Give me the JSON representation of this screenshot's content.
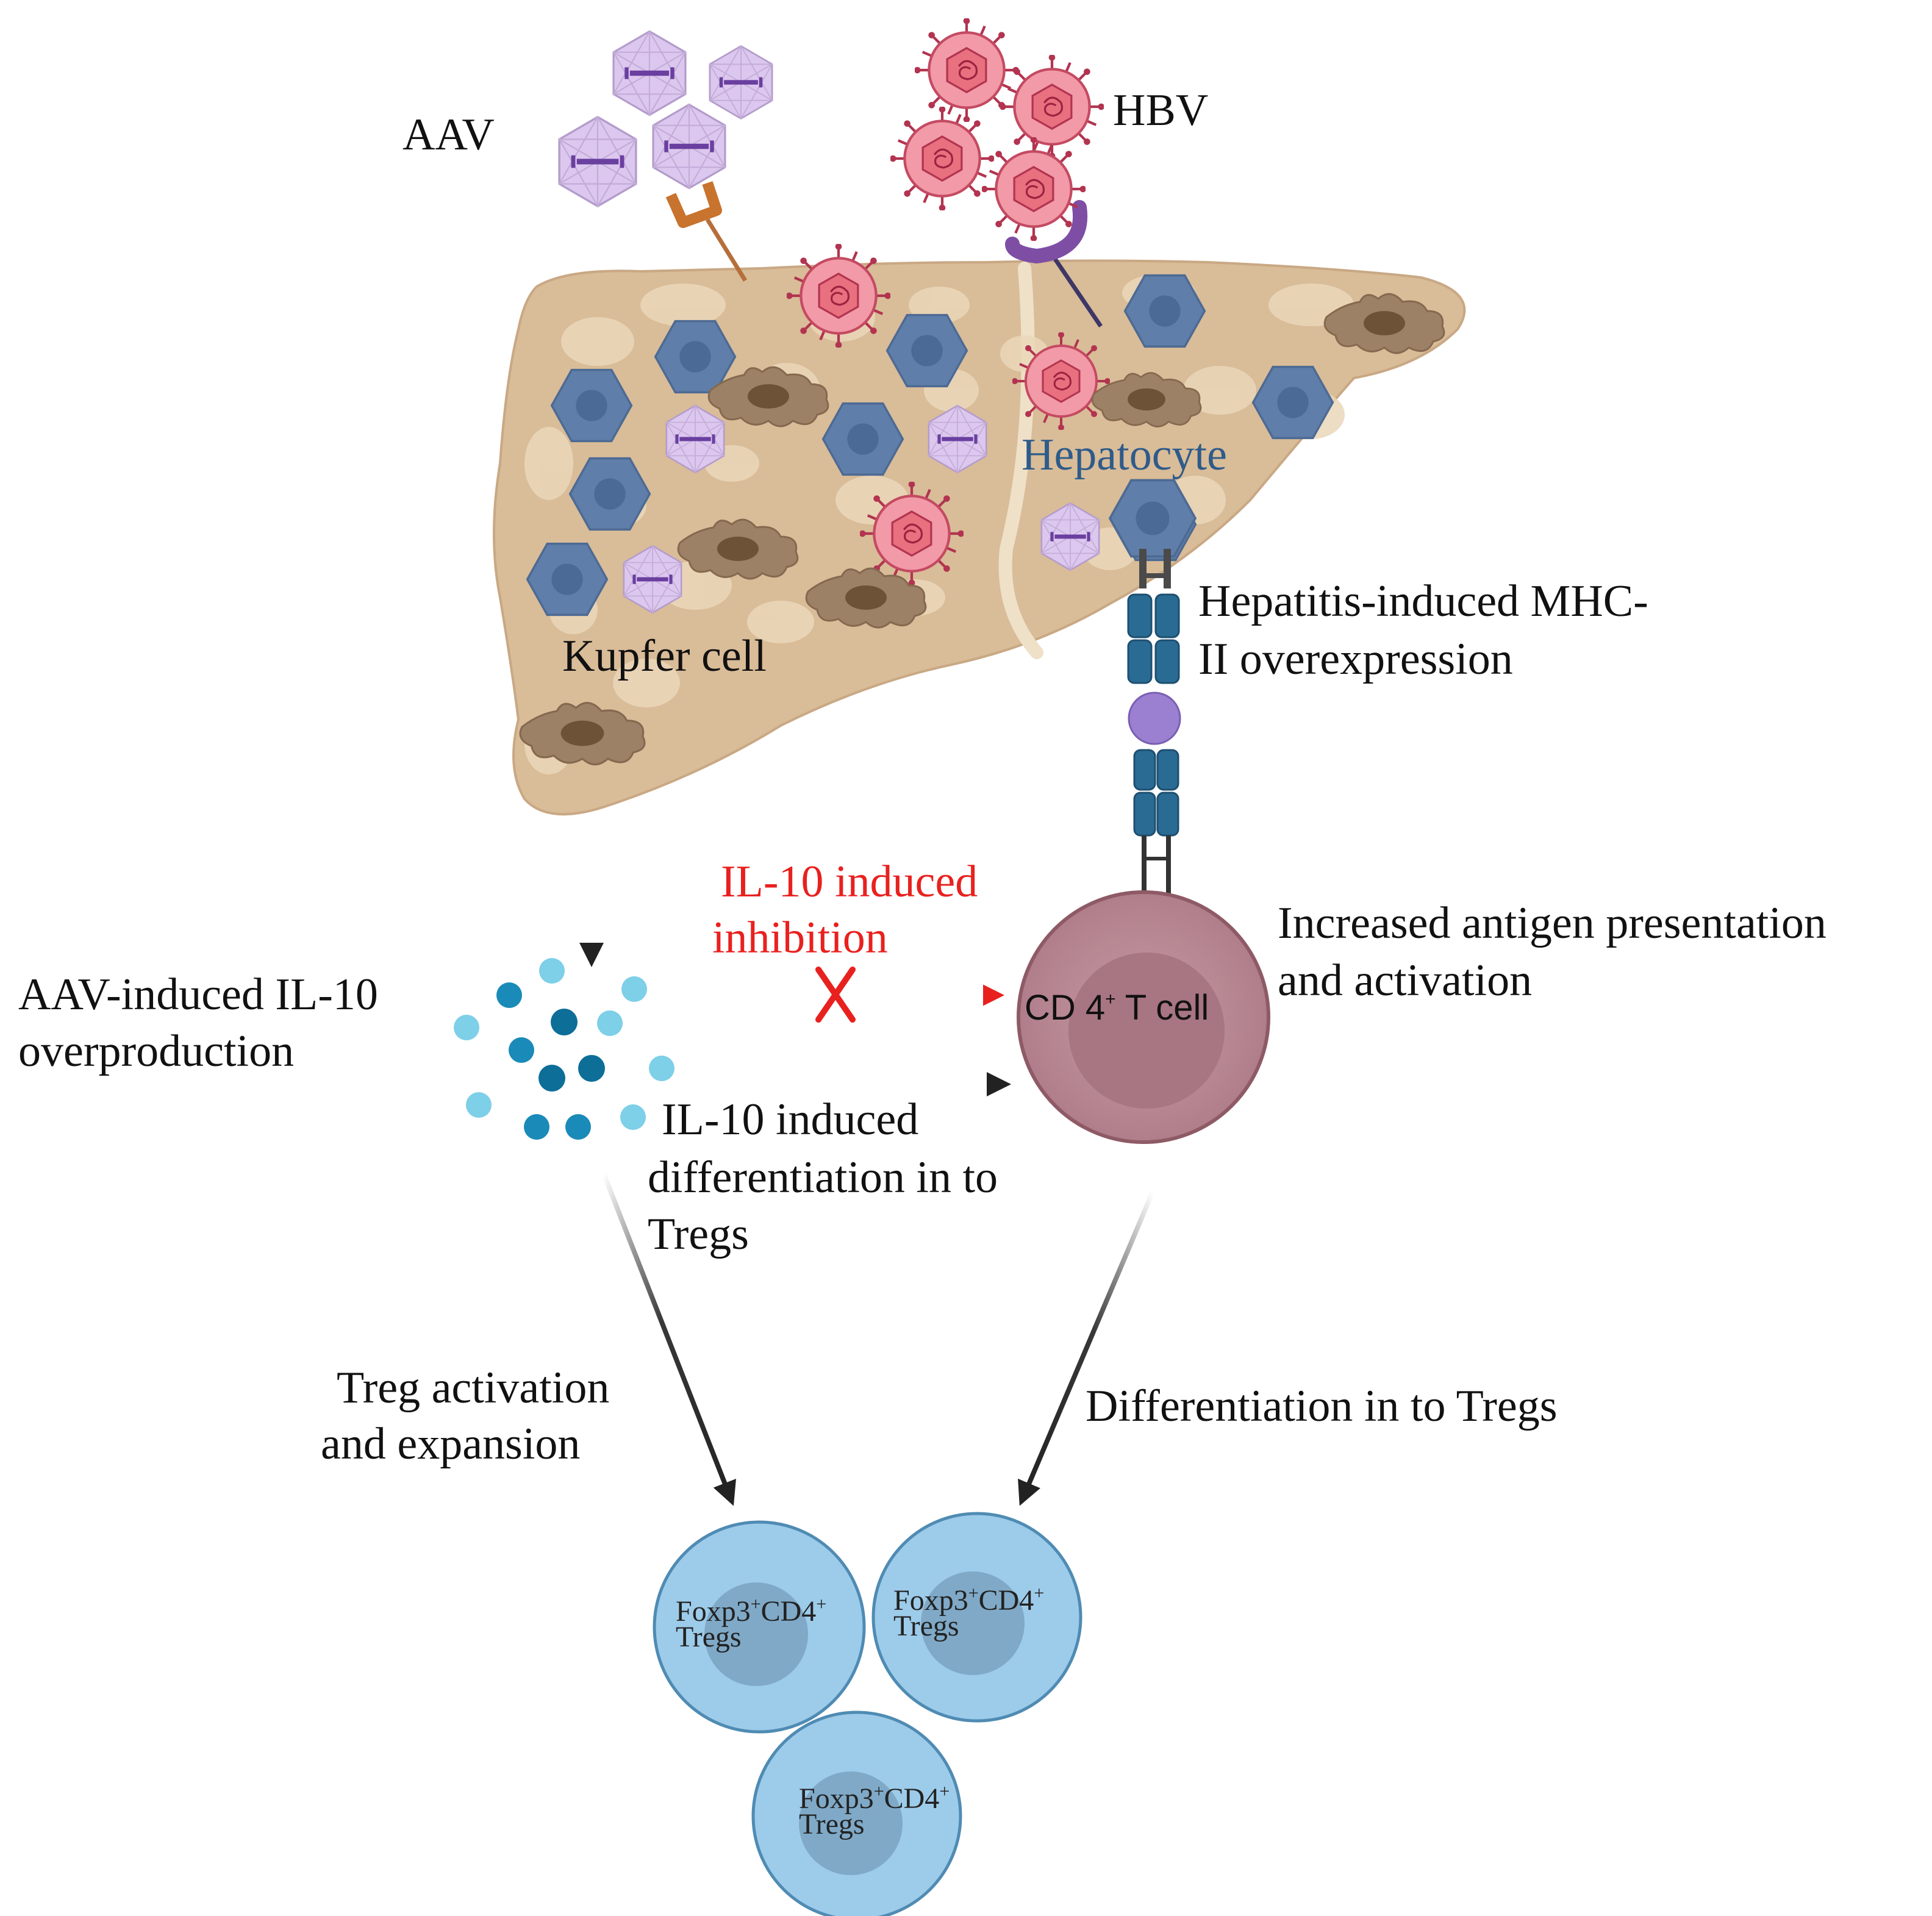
{
  "labels": {
    "aav": "AAV",
    "hbv": "HBV",
    "hepatocyte": "Hepatocyte",
    "kupffer": "Kupfer cell",
    "mhc_line1": "Hepatitis-induced MHC-",
    "mhc_line2": "II overexpression",
    "il10_inhibit_line1": "IL-10  induced",
    "il10_inhibit_line2": "inhibition",
    "antigen_line1": "Increased antigen presentation",
    "antigen_line2": "and  activation",
    "aav_il10_line1": "AAV-induced IL-10",
    "aav_il10_line2": "overproduction",
    "cd4_main": "CD 4",
    "cd4_sup": "+",
    "cd4_tail": " T cell",
    "il10_diff_line1": "IL-10  induced",
    "il10_diff_line2": "differentiation in to",
    "il10_diff_line3": "Tregs",
    "treg_act_line1": "Treg activation",
    "treg_act_line2": "and expansion",
    "diff_tregs": "Differentiation in to Tregs"
  },
  "tregs": [
    {
      "foxp3": "Foxp3",
      "cd4": "CD4",
      "sup": "+",
      "name": "Tregs"
    },
    {
      "foxp3": "Foxp3",
      "cd4": "CD4",
      "sup": "+",
      "name": "Tregs"
    },
    {
      "foxp3": "Foxp3",
      "cd4": "CD4",
      "sup": "+",
      "name": "Tregs"
    }
  ],
  "colors": {
    "liver": "#d9bc98",
    "liver_blob": "#e9d6b9",
    "hepatocyte": "#5f7da8",
    "kupffer": "#9b8064",
    "aav": "#d9c4ea",
    "hbv": "#e86b7b",
    "cd4_cell": "#b98591",
    "treg": "#9dcbea",
    "il10_dark": "#1a8ab8",
    "il10_light": "#7ecfe8",
    "mhc": "#2a6b94",
    "inhibit_red": "#e8211f",
    "arrow": "#222222"
  },
  "icons": [
    "aav-capsid-icon",
    "hbv-virion-icon",
    "hepatocyte-icon",
    "kupffer-cell-icon",
    "receptor-icon",
    "mhc-ii-complex-icon",
    "antigen-peptide-icon",
    "il10-molecule-icon",
    "inhibition-x-icon"
  ]
}
